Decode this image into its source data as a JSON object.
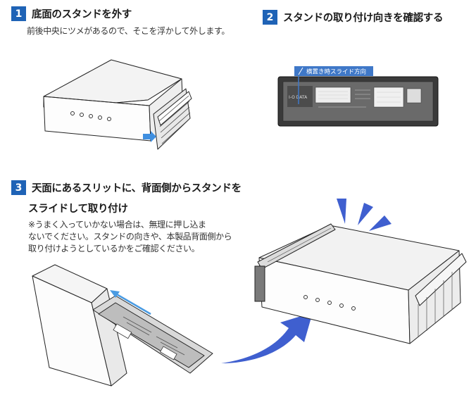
{
  "step1": {
    "number": "1",
    "title": "底面のスタンドを外す",
    "description": "前後中央にツメがあるので、そこを浮かして外します。"
  },
  "step2": {
    "number": "2",
    "title": "スタンドの取り付け向きを確認する",
    "label_tag": "横置き時スライド方向",
    "brand": "I-O DATA"
  },
  "step3": {
    "number": "3",
    "title_line1": "天面にあるスリットに、背面側からスタンドを",
    "title_line2": "スライドして取り付け",
    "note_line1": "※うまく入っていかない場合は、無理に押し込ま",
    "note_line2": "ないでください。スタンドの向きや、本製品背面側から",
    "note_line3": "取り付けようとしているかをご確認ください。"
  },
  "colors": {
    "accent": "#1f63b6",
    "arrow": "#3f5fcf"
  }
}
